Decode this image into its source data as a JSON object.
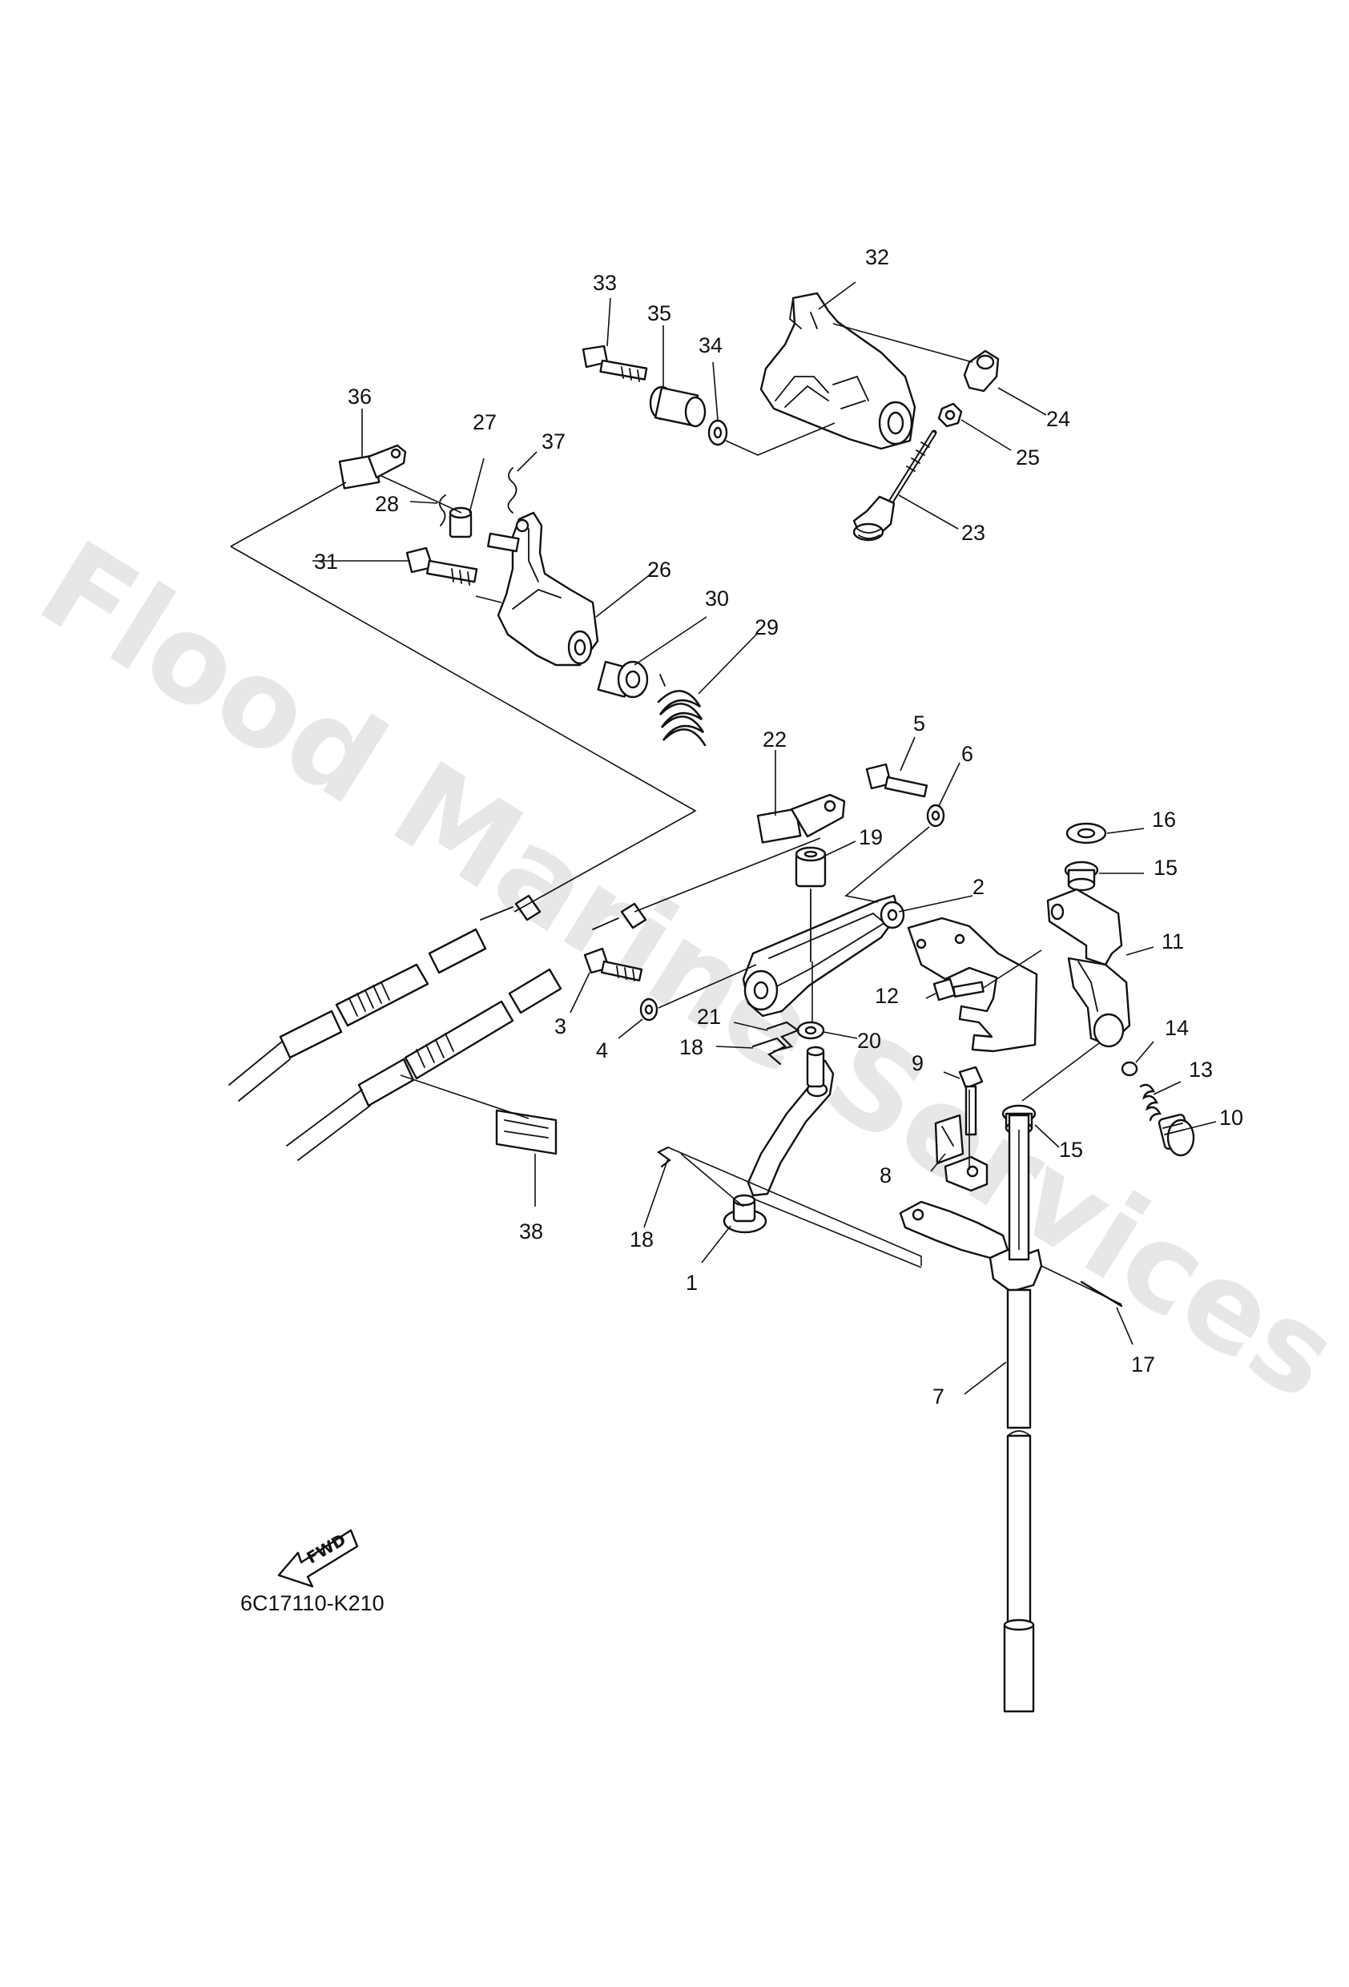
{
  "diagram": {
    "watermark": "Flood Marine Services",
    "code": "6C17110-K210",
    "fwd_label": "FWD",
    "callouts": [
      {
        "id": "33",
        "text": "33"
      },
      {
        "id": "35",
        "text": "35"
      },
      {
        "id": "34",
        "text": "34"
      },
      {
        "id": "32",
        "text": "32"
      },
      {
        "id": "24",
        "text": "24"
      },
      {
        "id": "25",
        "text": "25"
      },
      {
        "id": "23",
        "text": "23"
      },
      {
        "id": "36",
        "text": "36"
      },
      {
        "id": "27",
        "text": "27"
      },
      {
        "id": "37",
        "text": "37"
      },
      {
        "id": "28",
        "text": "28"
      },
      {
        "id": "31",
        "text": "31"
      },
      {
        "id": "26",
        "text": "26"
      },
      {
        "id": "30",
        "text": "30"
      },
      {
        "id": "29",
        "text": "29"
      },
      {
        "id": "22",
        "text": "22"
      },
      {
        "id": "5",
        "text": "5"
      },
      {
        "id": "6",
        "text": "6"
      },
      {
        "id": "16",
        "text": "16"
      },
      {
        "id": "19",
        "text": "19"
      },
      {
        "id": "15a",
        "text": "15"
      },
      {
        "id": "2",
        "text": "2"
      },
      {
        "id": "11",
        "text": "11"
      },
      {
        "id": "12",
        "text": "12"
      },
      {
        "id": "3",
        "text": "3"
      },
      {
        "id": "4",
        "text": "4"
      },
      {
        "id": "21",
        "text": "21"
      },
      {
        "id": "18a",
        "text": "18"
      },
      {
        "id": "20",
        "text": "20"
      },
      {
        "id": "14",
        "text": "14"
      },
      {
        "id": "9",
        "text": "9"
      },
      {
        "id": "13",
        "text": "13"
      },
      {
        "id": "10",
        "text": "10"
      },
      {
        "id": "15b",
        "text": "15"
      },
      {
        "id": "8",
        "text": "8"
      },
      {
        "id": "38",
        "text": "38"
      },
      {
        "id": "18b",
        "text": "18"
      },
      {
        "id": "1",
        "text": "1"
      },
      {
        "id": "17",
        "text": "17"
      },
      {
        "id": "7",
        "text": "7"
      }
    ]
  }
}
